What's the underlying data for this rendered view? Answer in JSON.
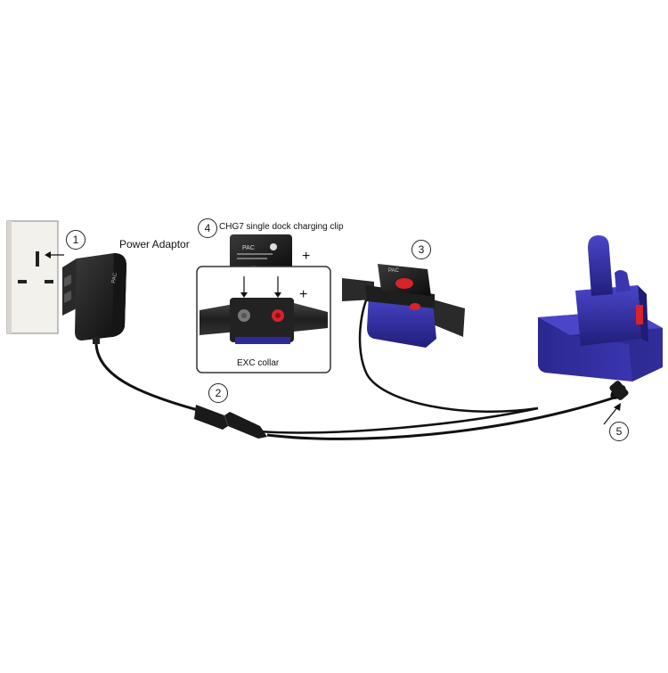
{
  "labels": {
    "power_adaptor": "Power Adaptor",
    "charging_clip": "CHG7 single dock charging clip",
    "collar": "EXC collar",
    "plus": "+",
    "brand": "PAC"
  },
  "step_numbers": [
    "1",
    "2",
    "3",
    "4",
    "5"
  ],
  "colors": {
    "collar_body": "#2e2a9c",
    "strap": "#2a2a2a",
    "contact_red": "#d8232a",
    "cable": "#111111",
    "adaptor": "#1c1c1c"
  }
}
